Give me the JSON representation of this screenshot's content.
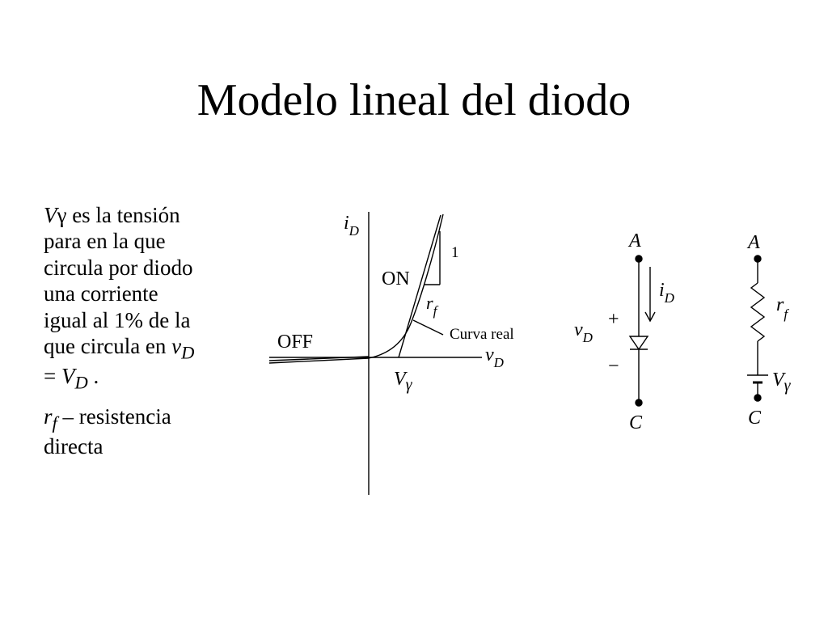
{
  "slide": {
    "title": "Modelo lineal del diodo"
  },
  "description": {
    "p1_var": "V",
    "p1_gamma": "γ",
    "p1_line1": " es la tensión",
    "p1_line2": "para en la que",
    "p1_line3": "circula por diodo",
    "p1_line4": "una corriente",
    "p1_line5": "igual al 1% de la",
    "p1_line6": "que circula en ",
    "p1_vd_v": "v",
    "p1_vd_sub": "D",
    "p1_eq": "= ",
    "p1_VD_V": "V",
    "p1_VD_sub": "D",
    "p1_end": " .",
    "p2_r": "r",
    "p2_sub": "f",
    "p2_text": " – resistencia",
    "p2_line2": "directa"
  },
  "graph": {
    "y_axis_i": "i",
    "y_axis_sub": "D",
    "x_axis_v": "v",
    "x_axis_sub": "D",
    "label_on": "ON",
    "label_off": "OFF",
    "label_slope": "1",
    "label_rf_r": "r",
    "label_rf_sub": "f",
    "label_curva": "Curva real",
    "label_vgamma_v": "V",
    "label_vgamma_g": "γ"
  },
  "diode_circuit": {
    "anode": "A",
    "cathode": "C",
    "current_i": "i",
    "current_sub": "D",
    "voltage_v": "v",
    "voltage_sub": "D",
    "plus": "+",
    "minus": "−"
  },
  "model_circuit": {
    "anode": "A",
    "cathode": "C",
    "rf_r": "r",
    "rf_sub": "f",
    "vgamma_v": "V",
    "vgamma_g": "γ"
  }
}
